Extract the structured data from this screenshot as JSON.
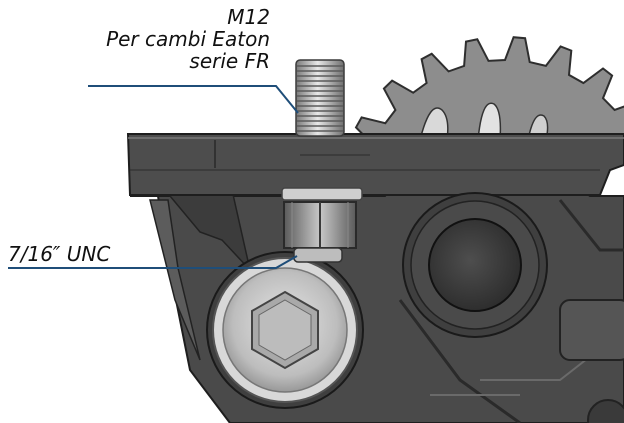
{
  "annotations": {
    "top": {
      "lines": [
        "M12",
        "Per cambi Eaton",
        "serie FR"
      ]
    },
    "bottom": {
      "text": "7/16″ UNC"
    }
  },
  "colors": {
    "leader_line": "#1f4e79",
    "housing": "#4a4a4a",
    "gear": "#8d8d8d",
    "metal": "#c4c4c4"
  }
}
